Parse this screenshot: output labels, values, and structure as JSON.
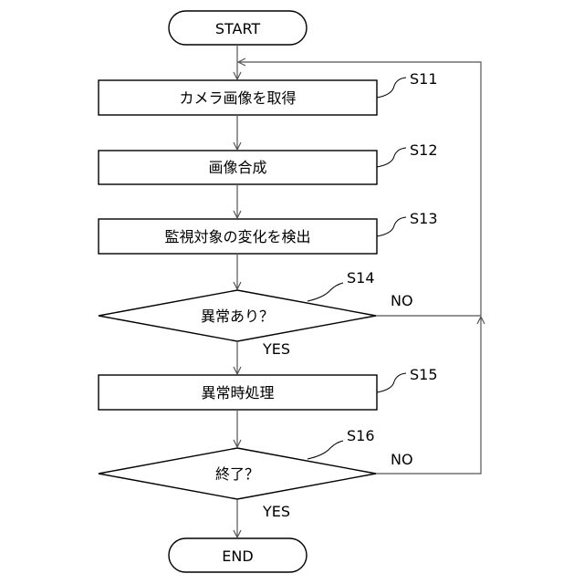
{
  "flowchart": {
    "start": "START",
    "end": "END",
    "steps": [
      {
        "id": "S11",
        "label": "カメラ画像を取得"
      },
      {
        "id": "S12",
        "label": "画像合成"
      },
      {
        "id": "S13",
        "label": "監視対象の変化を検出"
      },
      {
        "id": "S15",
        "label": "異常時処理"
      }
    ],
    "decisions": [
      {
        "id": "S14",
        "label": "異常あり？",
        "yes": "YES",
        "no": "NO"
      },
      {
        "id": "S16",
        "label": "終了？",
        "yes": "YES",
        "no": "NO"
      }
    ]
  }
}
